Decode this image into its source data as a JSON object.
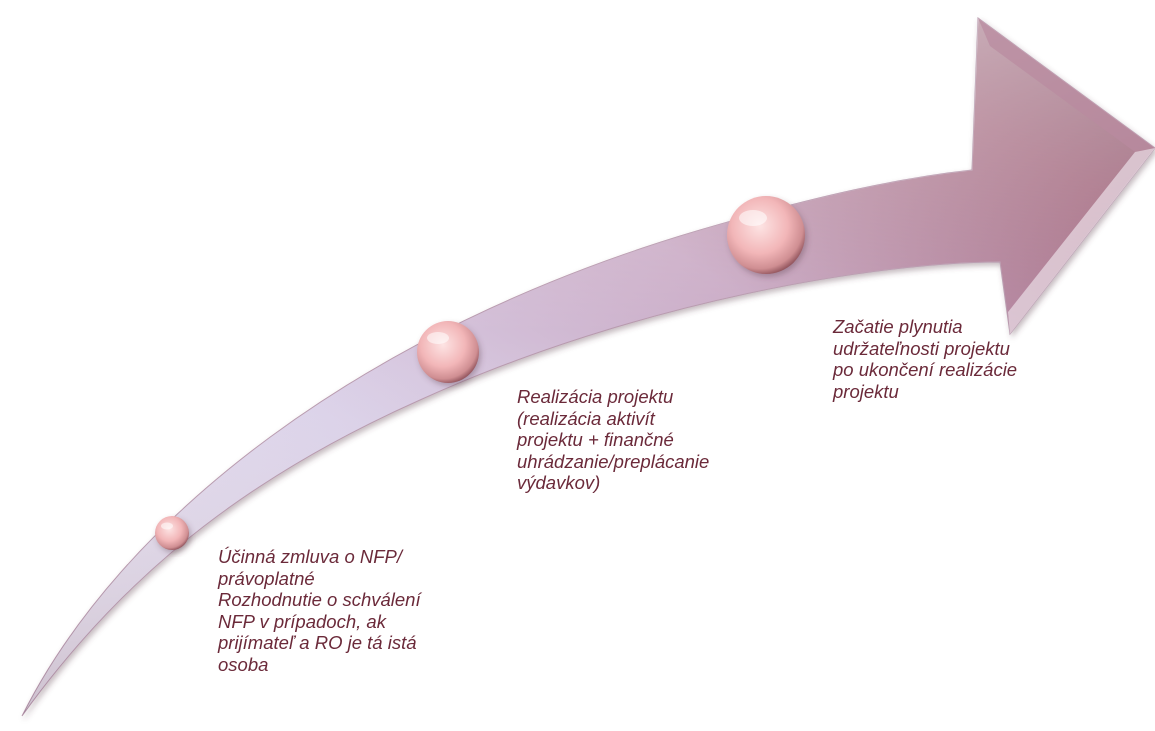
{
  "colors": {
    "text": "#6b2a3a",
    "arrow_light": "#ddd5ea",
    "arrow_mid": "#c4a3b8",
    "arrow_dark": "#7b3f55",
    "bead": "#f2b9ba"
  },
  "milestones": [
    {
      "id": "contract",
      "label": "Účinná zmluva o NFP/\nprávoplatné\nRozhodnutie o schválení\nNFP v prípadoch, ak\nprijímateľ a RO je tá istá\nosoba"
    },
    {
      "id": "implementation",
      "label": "Realizácia projektu\n(realizácia aktivít\nprojektu + finančné\nuhrádzanie/preplácanie\nvýdavkov)"
    },
    {
      "id": "sustainability",
      "label": "Začatie plynutia\nudržateľnosti  projektu\npo ukončení realizácie\nprojektu"
    }
  ]
}
